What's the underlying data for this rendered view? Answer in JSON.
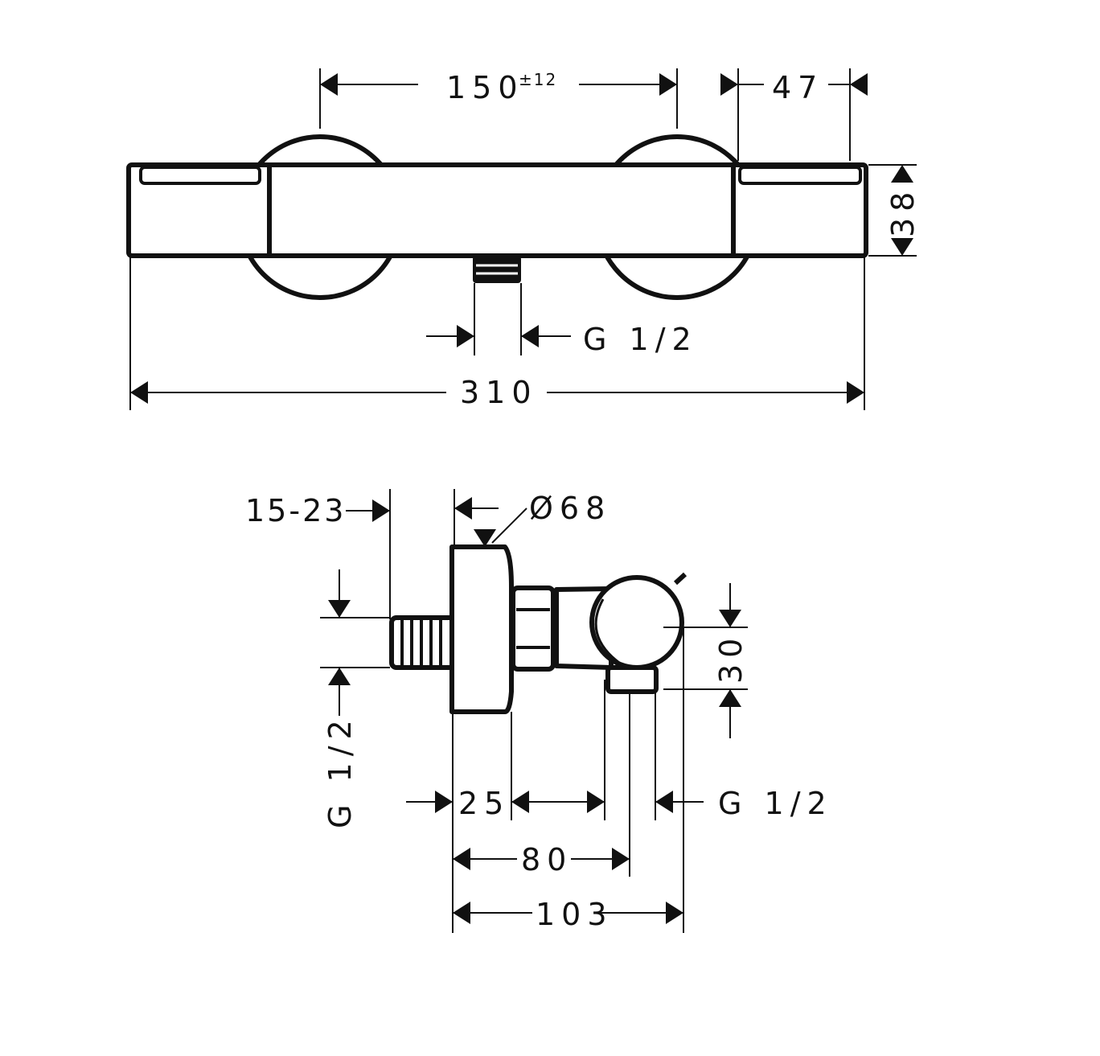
{
  "top_view": {
    "dim_spacing": "150",
    "dim_spacing_tolerance": "±12",
    "dim_end_cap": "47",
    "dim_height": "38",
    "dim_outlet_thread": "G 1/2",
    "dim_total_length": "310"
  },
  "side_view": {
    "dim_wall_offset": "15-23",
    "dim_flange_diameter": "Ø68",
    "dim_inlet_thread": "G 1/2",
    "dim_outlet_offset": "30",
    "dim_flange_depth": "25",
    "dim_outlet_thread": "G 1/2",
    "dim_outlet_distance": "80",
    "dim_total_depth": "103"
  },
  "colors": {
    "line": "#111111",
    "background": "#ffffff"
  }
}
